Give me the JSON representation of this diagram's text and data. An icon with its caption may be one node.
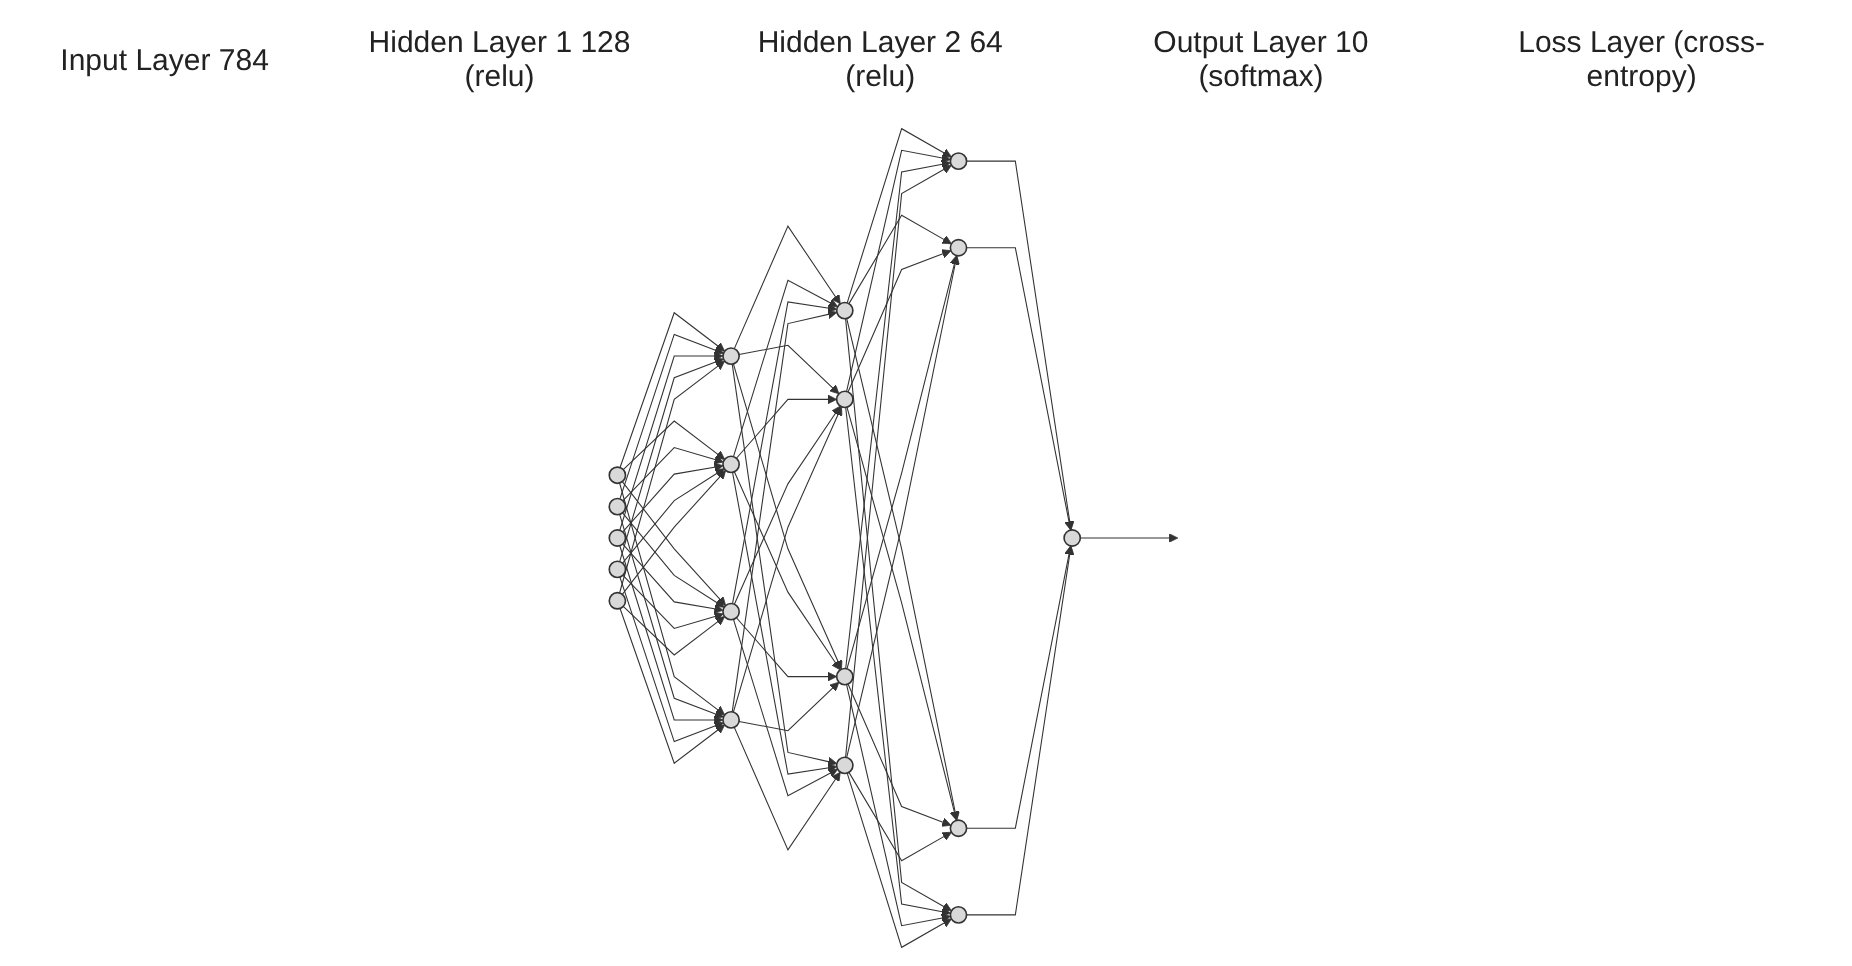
{
  "diagram": {
    "nodes": [
      {
        "text": [],
        "shape": "circle"
      },
      {
        "text": [],
        "shape": "circle"
      },
      {
        "text": [],
        "shape": "circle"
      },
      {
        "text": [],
        "shape": "circle"
      },
      {
        "text": [],
        "shape": "circle"
      },
      {
        "text": [],
        "shape": "circle"
      },
      {
        "text": [],
        "shape": "circle"
      },
      {
        "text": [],
        "shape": "circle"
      },
      {
        "text": [],
        "shape": "circle"
      },
      {
        "text": [],
        "shape": "circle"
      },
      {
        "text": [],
        "shape": "circle"
      },
      {
        "text": [],
        "shape": "circle"
      },
      {
        "text": [],
        "shape": "circle"
      },
      {
        "text": [],
        "shape": "circle"
      },
      {
        "text": [],
        "shape": "circle"
      },
      {
        "text": [],
        "shape": "circle"
      },
      {
        "text": [],
        "shape": "circle"
      },
      {
        "text": [],
        "shape": "circle"
      }
    ],
    "edges": [
      {
        "from": 0,
        "to": 5,
        "arrow": "to"
      },
      {
        "from": 0,
        "to": 6,
        "arrow": "to"
      },
      {
        "from": 0,
        "to": 7,
        "arrow": "to"
      },
      {
        "from": 0,
        "to": 8,
        "arrow": "to"
      },
      {
        "from": 1,
        "to": 5,
        "arrow": "to"
      },
      {
        "from": 1,
        "to": 6,
        "arrow": "to"
      },
      {
        "from": 1,
        "to": 7,
        "arrow": "to"
      },
      {
        "from": 1,
        "to": 8,
        "arrow": "to"
      },
      {
        "from": 2,
        "to": 5,
        "arrow": "to"
      },
      {
        "from": 2,
        "to": 6,
        "arrow": "to"
      },
      {
        "from": 2,
        "to": 7,
        "arrow": "to"
      },
      {
        "from": 2,
        "to": 8,
        "arrow": "to"
      },
      {
        "from": 3,
        "to": 5,
        "arrow": "to"
      },
      {
        "from": 3,
        "to": 6,
        "arrow": "to"
      },
      {
        "from": 3,
        "to": 7,
        "arrow": "to"
      },
      {
        "from": 3,
        "to": 8,
        "arrow": "to"
      },
      {
        "from": 4,
        "to": 5,
        "arrow": "to"
      },
      {
        "from": 4,
        "to": 6,
        "arrow": "to"
      },
      {
        "from": 4,
        "to": 7,
        "arrow": "to"
      },
      {
        "from": 4,
        "to": 8,
        "arrow": "to"
      },
      {
        "from": 5,
        "to": 9,
        "arrow": "to"
      },
      {
        "from": 5,
        "to": 10,
        "arrow": "to"
      },
      {
        "from": 5,
        "to": 11,
        "arrow": "to"
      },
      {
        "from": 5,
        "to": 12,
        "arrow": "to"
      },
      {
        "from": 6,
        "to": 9,
        "arrow": "to"
      },
      {
        "from": 6,
        "to": 10,
        "arrow": "to"
      },
      {
        "from": 6,
        "to": 11,
        "arrow": "to"
      },
      {
        "from": 6,
        "to": 12,
        "arrow": "to"
      },
      {
        "from": 7,
        "to": 9,
        "arrow": "to"
      },
      {
        "from": 7,
        "to": 10,
        "arrow": "to"
      },
      {
        "from": 7,
        "to": 11,
        "arrow": "to"
      },
      {
        "from": 7,
        "to": 12,
        "arrow": "to"
      },
      {
        "from": 8,
        "to": 9,
        "arrow": "to"
      },
      {
        "from": 8,
        "to": 10,
        "arrow": "to"
      },
      {
        "from": 8,
        "to": 11,
        "arrow": "to"
      },
      {
        "from": 8,
        "to": 12,
        "arrow": "to"
      },
      {
        "from": 9,
        "to": 13,
        "arrow": "to"
      },
      {
        "from": 9,
        "to": 14,
        "arrow": "to"
      },
      {
        "from": 9,
        "to": 15,
        "arrow": "to"
      },
      {
        "from": 9,
        "to": 16,
        "arrow": "to"
      },
      {
        "from": 10,
        "to": 13,
        "arrow": "to"
      },
      {
        "from": 10,
        "to": 14,
        "arrow": "to"
      },
      {
        "from": 10,
        "to": 15,
        "arrow": "to"
      },
      {
        "from": 10,
        "to": 16,
        "arrow": "to"
      },
      {
        "from": 11,
        "to": 13,
        "arrow": "to"
      },
      {
        "from": 11,
        "to": 14,
        "arrow": "to"
      },
      {
        "from": 11,
        "to": 15,
        "arrow": "to"
      },
      {
        "from": 11,
        "to": 16,
        "arrow": "to"
      },
      {
        "from": 12,
        "to": 13,
        "arrow": "to"
      },
      {
        "from": 12,
        "to": 14,
        "arrow": "to"
      },
      {
        "from": 12,
        "to": 15,
        "arrow": "to"
      },
      {
        "from": 12,
        "to": 16,
        "arrow": "to"
      },
      {
        "from": 13,
        "to": 17,
        "arrow": "to"
      },
      {
        "from": 14,
        "to": 17,
        "arrow": "to"
      },
      {
        "from": 15,
        "to": 17,
        "arrow": "to"
      },
      {
        "from": 16,
        "to": 17,
        "arrow": "to"
      },
      {
        "from": 17,
        "to": null,
        "arrow": "to"
      }
    ],
    "labels": [
      "Input Layer 784",
      "Hidden Layer 1 128 (relu)",
      "Hidden Layer 2 64 (relu)",
      "Output Layer 10 (softmax)",
      "Loss Layer (cross-entropy)"
    ]
  }
}
